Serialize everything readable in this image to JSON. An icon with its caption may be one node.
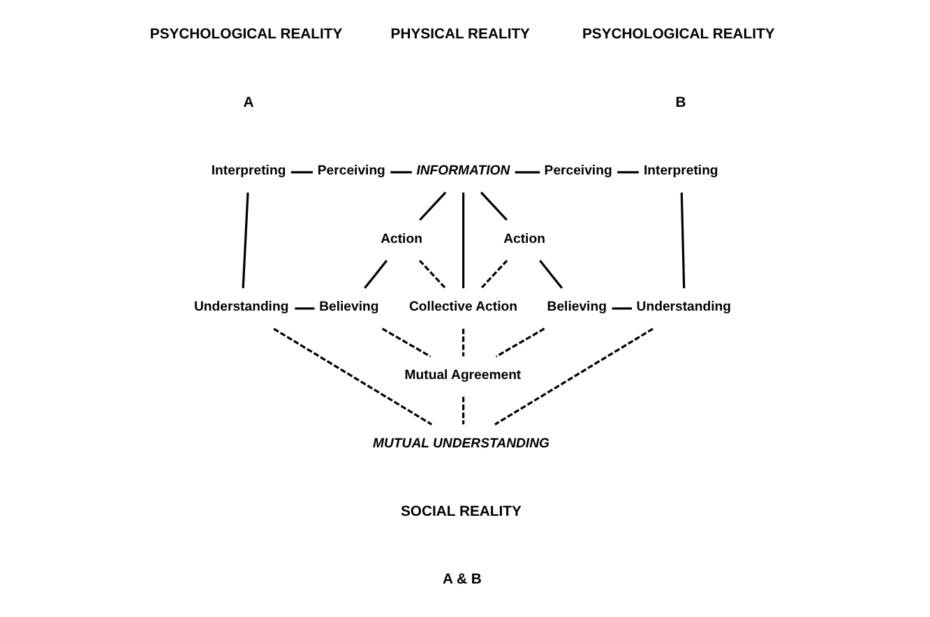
{
  "diagram": {
    "nodes": [
      {
        "text": [
          "INFORMATION"
        ]
      },
      {
        "text": [
          "Perceiving"
        ]
      },
      {
        "text": [
          "Interpreting"
        ]
      },
      {
        "text": [
          "Understanding"
        ]
      },
      {
        "text": [
          "Believing"
        ]
      },
      {
        "text": [
          "Action"
        ]
      },
      {
        "text": [
          "Collective Action"
        ]
      },
      {
        "text": [
          "Action"
        ]
      },
      {
        "text": [
          "Perceiving"
        ]
      },
      {
        "text": [
          "Interpreting"
        ]
      },
      {
        "text": [
          "Believing"
        ]
      },
      {
        "text": [
          "Understanding"
        ]
      },
      {
        "text": [
          "Mutual Agreement"
        ]
      },
      {
        "text": [
          "MUTUAL UNDERSTANDING"
        ]
      }
    ],
    "edges": [
      {
        "from": 2,
        "to": 1,
        "arrow": "none"
      },
      {
        "from": 1,
        "to": 0,
        "arrow": "none"
      },
      {
        "from": 0,
        "to": 8,
        "arrow": "none"
      },
      {
        "from": 8,
        "to": 9,
        "arrow": "none"
      },
      {
        "from": 2,
        "to": 3,
        "arrow": "none"
      },
      {
        "from": 9,
        "to": 11,
        "arrow": "none"
      },
      {
        "from": 3,
        "to": 4,
        "arrow": "none"
      },
      {
        "from": 10,
        "to": 11,
        "arrow": "none"
      },
      {
        "from": 0,
        "to": 5,
        "arrow": "none"
      },
      {
        "from": 5,
        "to": 4,
        "arrow": "none"
      },
      {
        "from": 0,
        "to": 6,
        "arrow": "none"
      },
      {
        "from": 0,
        "to": 7,
        "arrow": "none"
      },
      {
        "from": 7,
        "to": 10,
        "arrow": "none"
      },
      {
        "from": 5,
        "to": 6,
        "arrow": "none",
        "style": "dashed"
      },
      {
        "from": 7,
        "to": 6,
        "arrow": "none",
        "style": "dashed"
      },
      {
        "from": 4,
        "to": 12,
        "arrow": "none",
        "style": "dashed"
      },
      {
        "from": 6,
        "to": 12,
        "arrow": "none",
        "style": "dashed"
      },
      {
        "from": 10,
        "to": 12,
        "arrow": "none",
        "style": "dashed"
      },
      {
        "from": 3,
        "to": 13,
        "arrow": "none",
        "style": "dashed"
      },
      {
        "from": 12,
        "to": 13,
        "arrow": "none",
        "style": "dashed"
      },
      {
        "from": 11,
        "to": 13,
        "arrow": "none",
        "style": "dashed"
      }
    ],
    "labels": [
      "PSYCHOLOGICAL REALITY",
      "PHYSICAL REALITY",
      "PSYCHOLOGICAL REALITY",
      "A",
      "B",
      "SOCIAL REALITY",
      "A & B"
    ]
  }
}
